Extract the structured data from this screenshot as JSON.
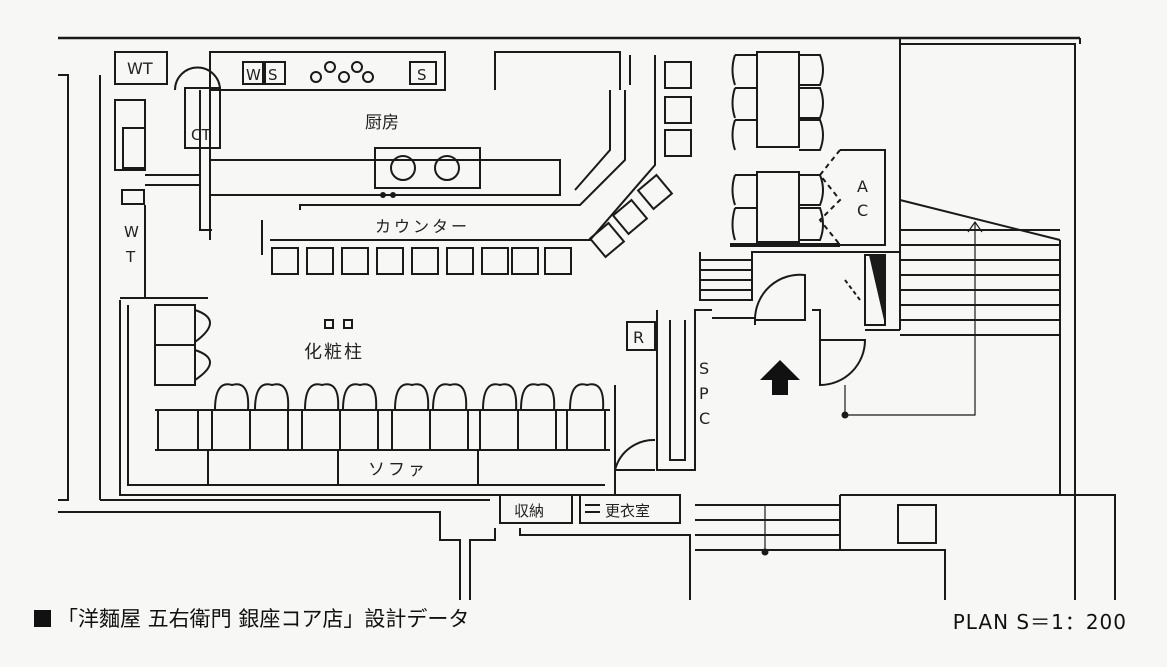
{
  "labels": {
    "wt_top": "WT",
    "ws_w": "W",
    "ws_s": "S",
    "s_right": "S",
    "ct": "CT",
    "kitchen": "厨房",
    "counter": "カウンター",
    "wt_side": "WT",
    "ac": "AC",
    "pillar": "化粧柱",
    "r": "R",
    "spc": "SPC",
    "sofa": "ソファ",
    "storage": "収納",
    "changing_room": "更衣室"
  },
  "caption": "「洋麵屋 五右衛門 銀座コア店」設計データ",
  "scale_label": "PLAN S＝1：200"
}
